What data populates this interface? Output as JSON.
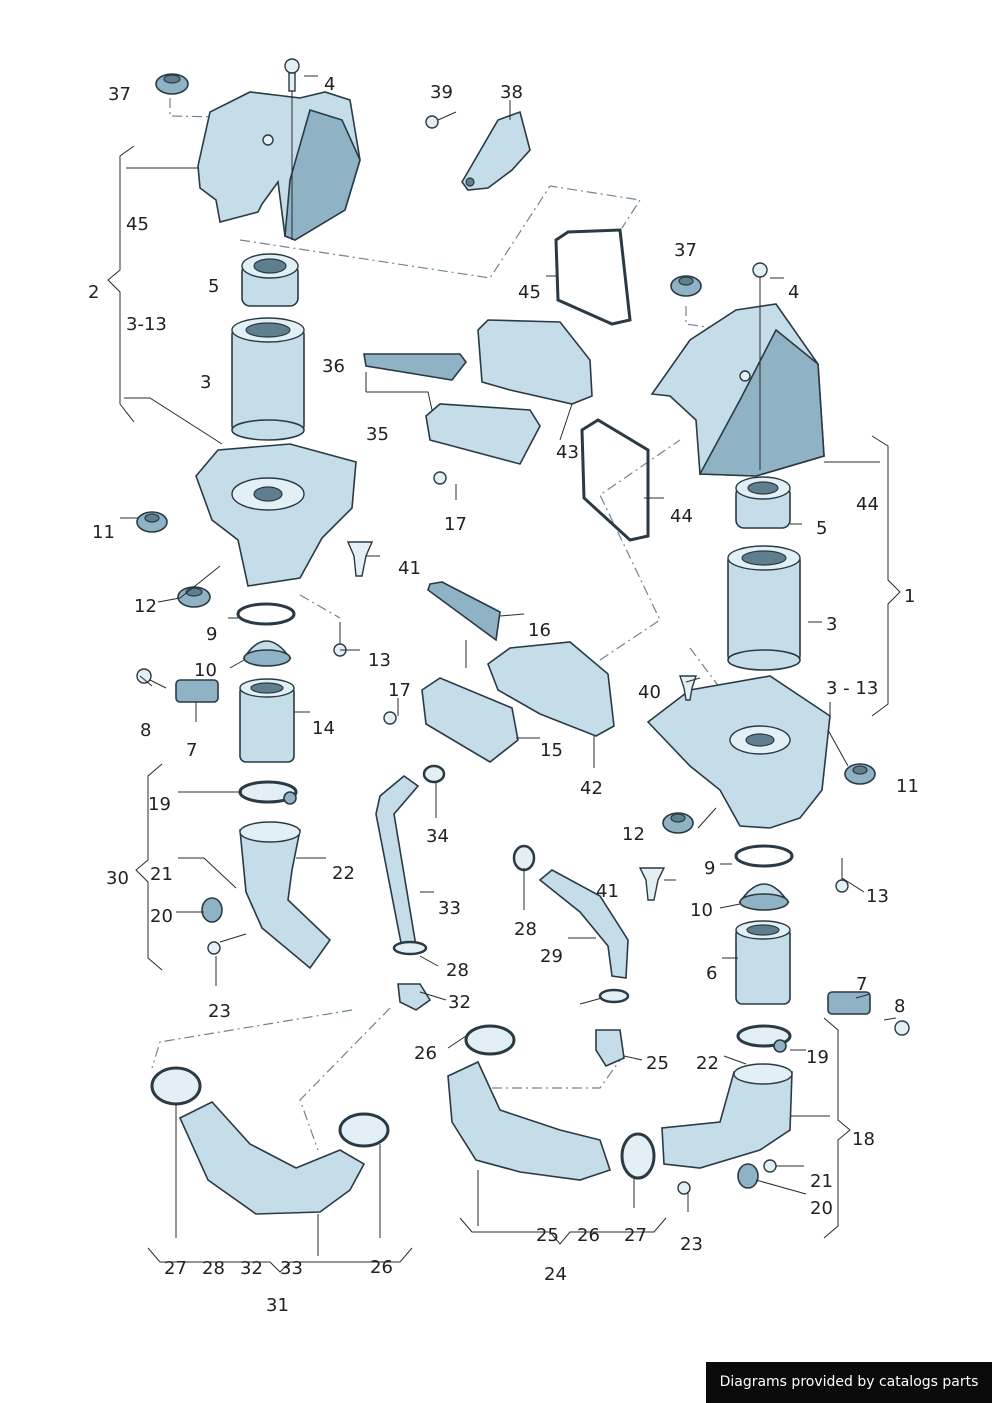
{
  "diagram": {
    "labels": [
      "37",
      "4",
      "39",
      "38",
      "2",
      "45",
      "5",
      "3-13",
      "3",
      "36",
      "35",
      "45",
      "43",
      "17",
      "37",
      "4",
      "44",
      "44",
      "1",
      "5",
      "11",
      "41",
      "12",
      "9",
      "13",
      "10",
      "16",
      "17",
      "8",
      "7",
      "14",
      "15",
      "42",
      "40",
      "3 - 13",
      "3",
      "11",
      "19",
      "34",
      "30",
      "21",
      "22",
      "20",
      "33",
      "28",
      "23",
      "32",
      "12",
      "9",
      "41",
      "13",
      "10",
      "29",
      "28",
      "6",
      "7",
      "8",
      "26",
      "25",
      "19",
      "22",
      "18",
      "21",
      "20",
      "23",
      "27",
      "28",
      "32",
      "33",
      "26",
      "31",
      "25",
      "26",
      "27",
      "24"
    ]
  },
  "credit": "Diagrams provided by catalogs parts"
}
